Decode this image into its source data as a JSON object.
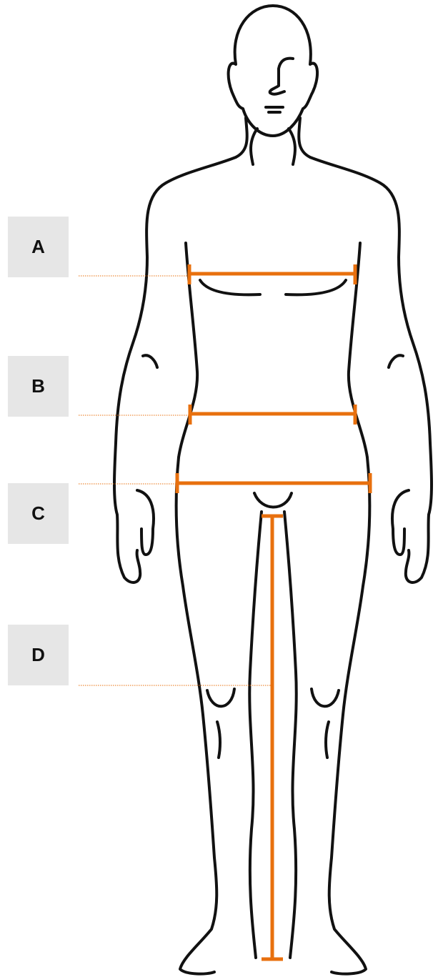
{
  "labels": {
    "a": "A",
    "b": "B",
    "c": "C",
    "d": "D"
  },
  "measurements": [
    {
      "key": "a",
      "label": "A",
      "orientation": "horizontal"
    },
    {
      "key": "b",
      "label": "B",
      "orientation": "horizontal"
    },
    {
      "key": "c",
      "label": "C",
      "orientation": "horizontal"
    },
    {
      "key": "d",
      "label": "D",
      "orientation": "vertical"
    }
  ],
  "colors": {
    "outline": "#111111",
    "measure": "#e8700e",
    "label_bg": "#e6e6e6",
    "guide": "#e8700e"
  }
}
